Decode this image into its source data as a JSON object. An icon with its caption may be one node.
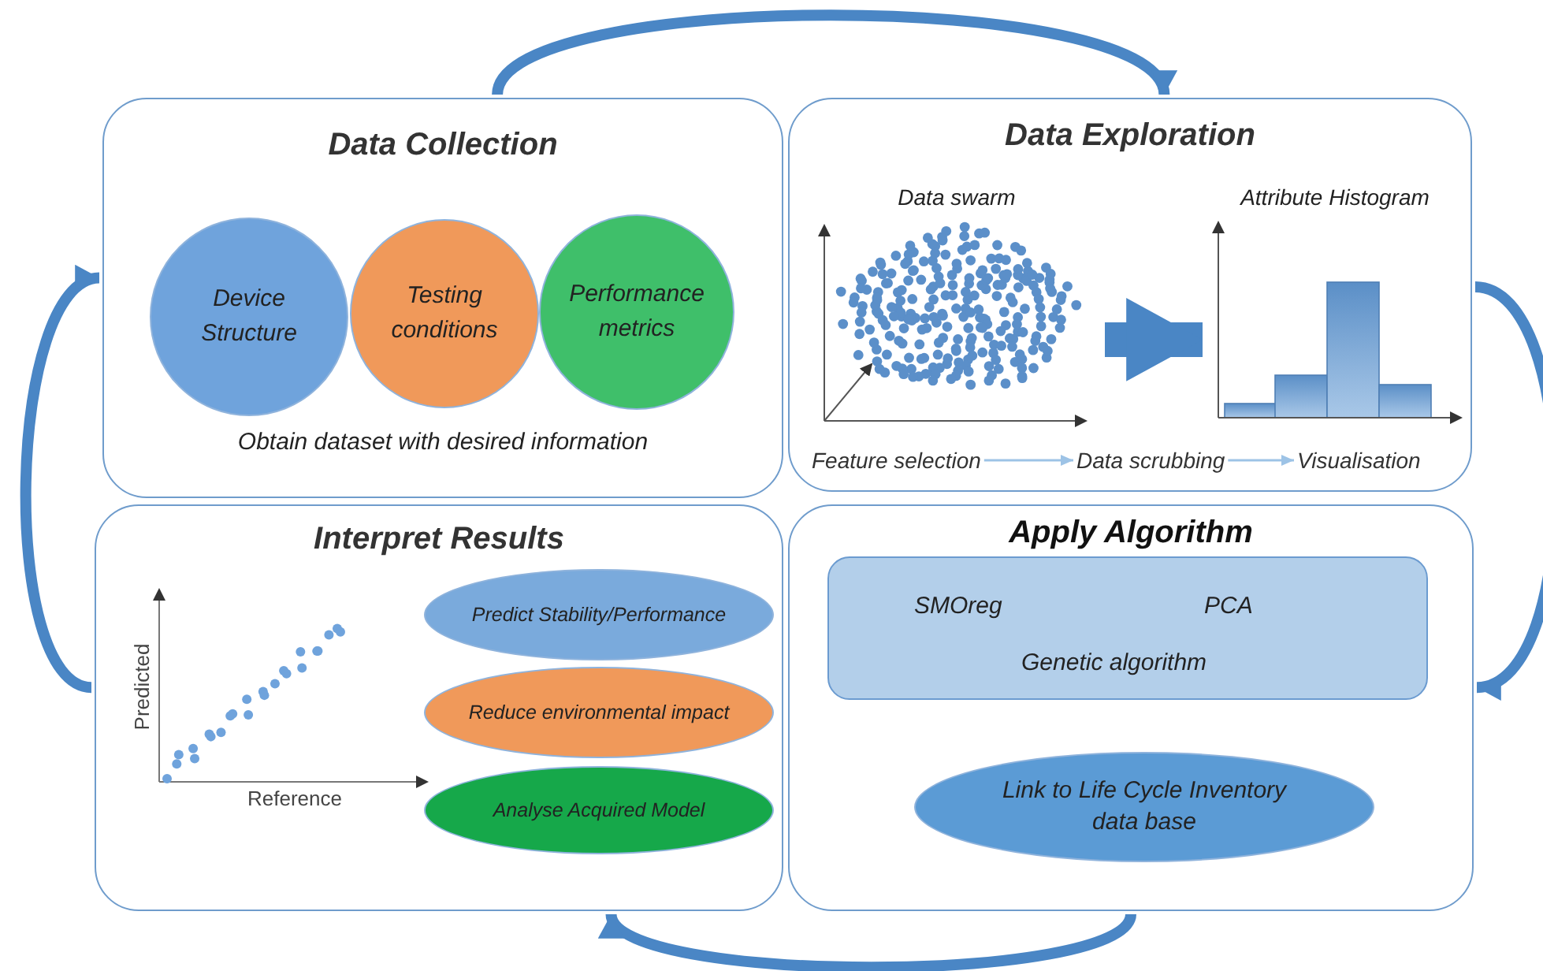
{
  "diagram": {
    "nodes": [
      {
        "text": [
          "Data Collection",
          "Obtain dataset with desired information"
        ]
      },
      {
        "text": [
          "Device Structure"
        ],
        "in": 0
      },
      {
        "text": [
          "Testing conditions"
        ],
        "in": 0
      },
      {
        "text": [
          "Performance metrics"
        ],
        "in": 0
      },
      {
        "text": [
          "Data Exploration"
        ]
      },
      {
        "text": [
          "Data swarm"
        ],
        "in": 4
      },
      {
        "text": [
          "Attribute Histogram"
        ],
        "in": 4
      },
      {
        "text": [
          "Feature selection"
        ],
        "in": 4
      },
      {
        "text": [
          "Data scrubbing"
        ],
        "in": 4
      },
      {
        "text": [
          "Visualisation"
        ],
        "in": 4
      },
      {
        "text": [
          "Interpret Results"
        ]
      },
      {
        "text": [
          "Predict Stability/Performance"
        ],
        "in": 10
      },
      {
        "text": [
          "Reduce environmental impact"
        ],
        "in": 10
      },
      {
        "text": [
          "Analyse Acquired Model"
        ],
        "in": 10
      },
      {
        "text": [
          "Apply Algorithm"
        ]
      },
      {
        "text": [
          "SMOreg",
          "PCA",
          "Genetic algorithm"
        ],
        "in": 14
      },
      {
        "text": [
          "Link to Life Cycle Inventory data base"
        ],
        "in": 14
      }
    ],
    "edges": [
      {
        "from": 0,
        "to": 4,
        "arrow": "to"
      },
      {
        "from": 4,
        "to": 14,
        "arrow": "to"
      },
      {
        "from": 14,
        "to": 10,
        "arrow": "to"
      },
      {
        "from": 10,
        "to": 0,
        "arrow": "to"
      },
      {
        "from": 5,
        "to": 6,
        "arrow": "to",
        "style": "thick"
      },
      {
        "from": 7,
        "to": 8,
        "arrow": "to",
        "color": "#9dc3e6"
      },
      {
        "from": 8,
        "to": 9,
        "arrow": "to",
        "color": "#9dc3e6"
      }
    ],
    "labels": [
      "Predicted",
      "Reference"
    ]
  }
}
